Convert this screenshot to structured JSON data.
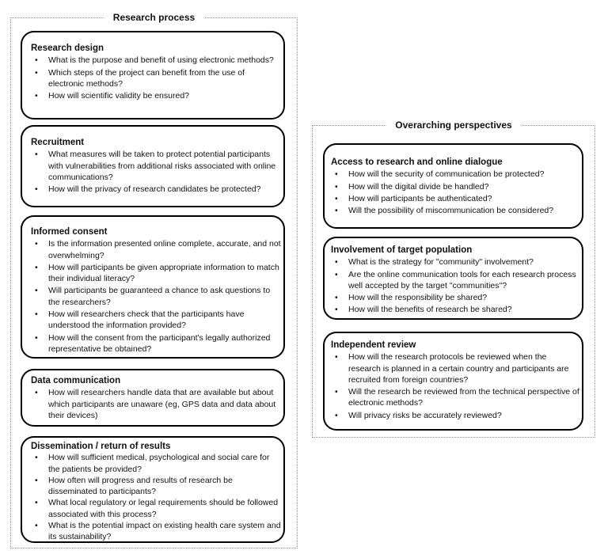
{
  "colors": {
    "card_border": "#000000",
    "panel_border": "#8c8c8c",
    "text": "#111111",
    "background": "#ffffff"
  },
  "glyphs": {
    "bullet": "•"
  },
  "left_panel": {
    "title": "Research process",
    "cards": [
      {
        "title": "Research design",
        "bullets": [
          "What is the purpose and benefit of using electronic methods?",
          "Which steps of the project can benefit from the use of electronic methods?",
          "How will scientific validity be ensured?"
        ]
      },
      {
        "title": "Recruitment",
        "bullets": [
          "What measures will be taken to protect potential participants with vulnerabilities from additional risks associated with online communications?",
          "How will the privacy of research candidates be protected?"
        ]
      },
      {
        "title": "Informed consent",
        "bullets": [
          "Is the information presented online complete, accurate, and not overwhelming?",
          "How will participants be given appropriate information to match their individual literacy?",
          "Will participants be guaranteed a chance to ask questions to the researchers?",
          "How will researchers check that the participants have understood the information provided?",
          "How will the consent from the participant's legally authorized representative be obtained?"
        ]
      },
      {
        "title": "Data communication",
        "bullets": [
          "How will researchers handle data that are available but about which participants are unaware (eg, GPS data and data about their devices)"
        ]
      },
      {
        "title": "Dissemination / return of results",
        "bullets": [
          "How will sufficient medical, psychological and social care for the patients be provided?",
          "How often will progress and results of research be disseminated to participants?",
          "What local regulatory or legal requirements should be followed associated with this process?",
          "What is the potential impact on existing health care system and its sustainability?"
        ]
      }
    ]
  },
  "right_panel": {
    "title": "Overarching perspectives",
    "cards": [
      {
        "title": "Access to research and online dialogue",
        "bullets": [
          "How will the security of communication be protected?",
          "How will the digital divide be handled?",
          "How will participants be authenticated?",
          "Will the possibility of miscommunication be considered?"
        ]
      },
      {
        "title": "Involvement of target population",
        "bullets": [
          "What is the strategy for \"community\" involvement?",
          "Are the online communication tools for each research process well accepted by the target \"communities\"?",
          "How will the responsibility be shared?",
          "How will the benefits of research be shared?"
        ]
      },
      {
        "title": "Independent review",
        "bullets": [
          "How will the research protocols be reviewed when the research is planned in a certain country and participants are recruited from foreign countries?",
          "Will the research be reviewed from the technical perspective of electronic methods?",
          "Will privacy risks be accurately reviewed?"
        ]
      }
    ]
  }
}
